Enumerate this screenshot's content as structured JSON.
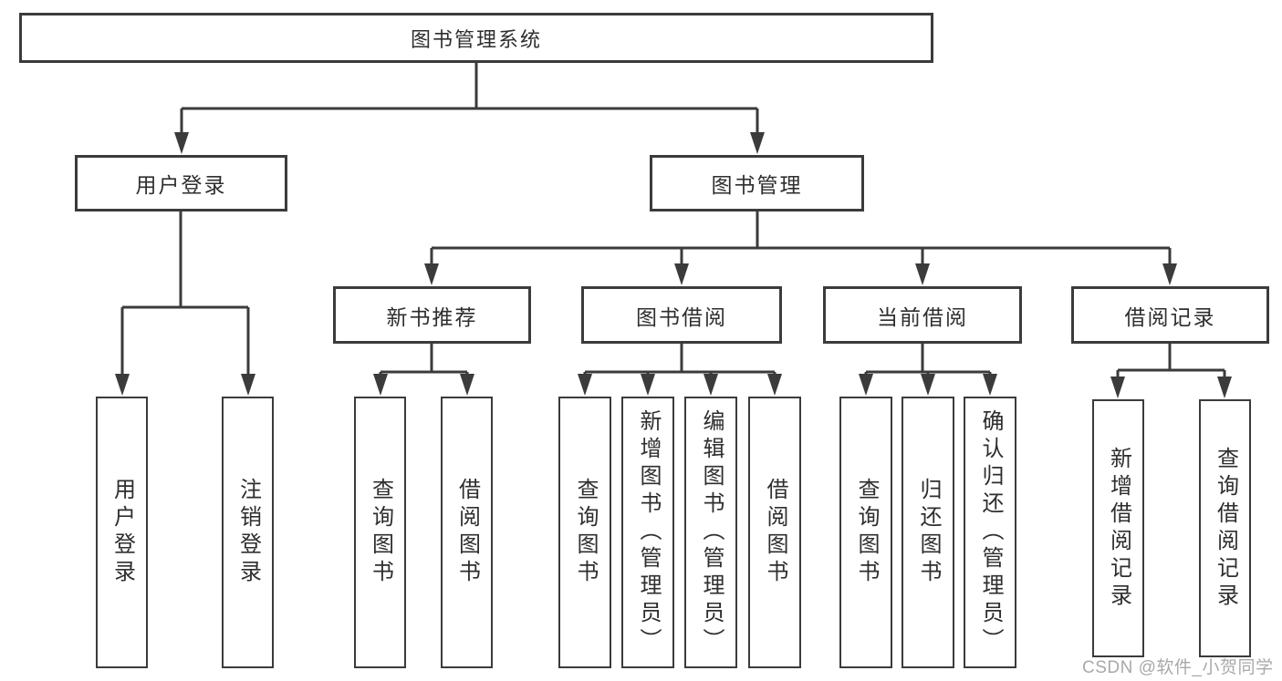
{
  "diagram": {
    "title": "图书管理系统",
    "modules": {
      "user_login": {
        "label": "用户登录",
        "children": [
          {
            "label": "用户登录"
          },
          {
            "label": "注销登录"
          }
        ]
      },
      "book_management": {
        "label": "图书管理",
        "sections": [
          {
            "label": "新书推荐",
            "children": [
              {
                "label": "查询图书"
              },
              {
                "label": "借阅图书"
              }
            ]
          },
          {
            "label": "图书借阅",
            "children": [
              {
                "label": "查询图书"
              },
              {
                "label": "新增图书（管理员）"
              },
              {
                "label": "编辑图书（管理员）"
              },
              {
                "label": "借阅图书"
              }
            ]
          },
          {
            "label": "当前借阅",
            "children": [
              {
                "label": "查询图书"
              },
              {
                "label": "归还图书"
              },
              {
                "label": "确认归还（管理员）"
              }
            ]
          },
          {
            "label": "借阅记录",
            "children": [
              {
                "label": "新增借阅记录"
              },
              {
                "label": "查询借阅记录"
              }
            ]
          }
        ]
      }
    }
  },
  "watermark": {
    "text": "CSDN @软件_小贺同学"
  },
  "colors": {
    "line": "#3b3b3b",
    "text": "#2e2e2e",
    "watermark": "#a9a9a9",
    "background": "#ffffff"
  }
}
